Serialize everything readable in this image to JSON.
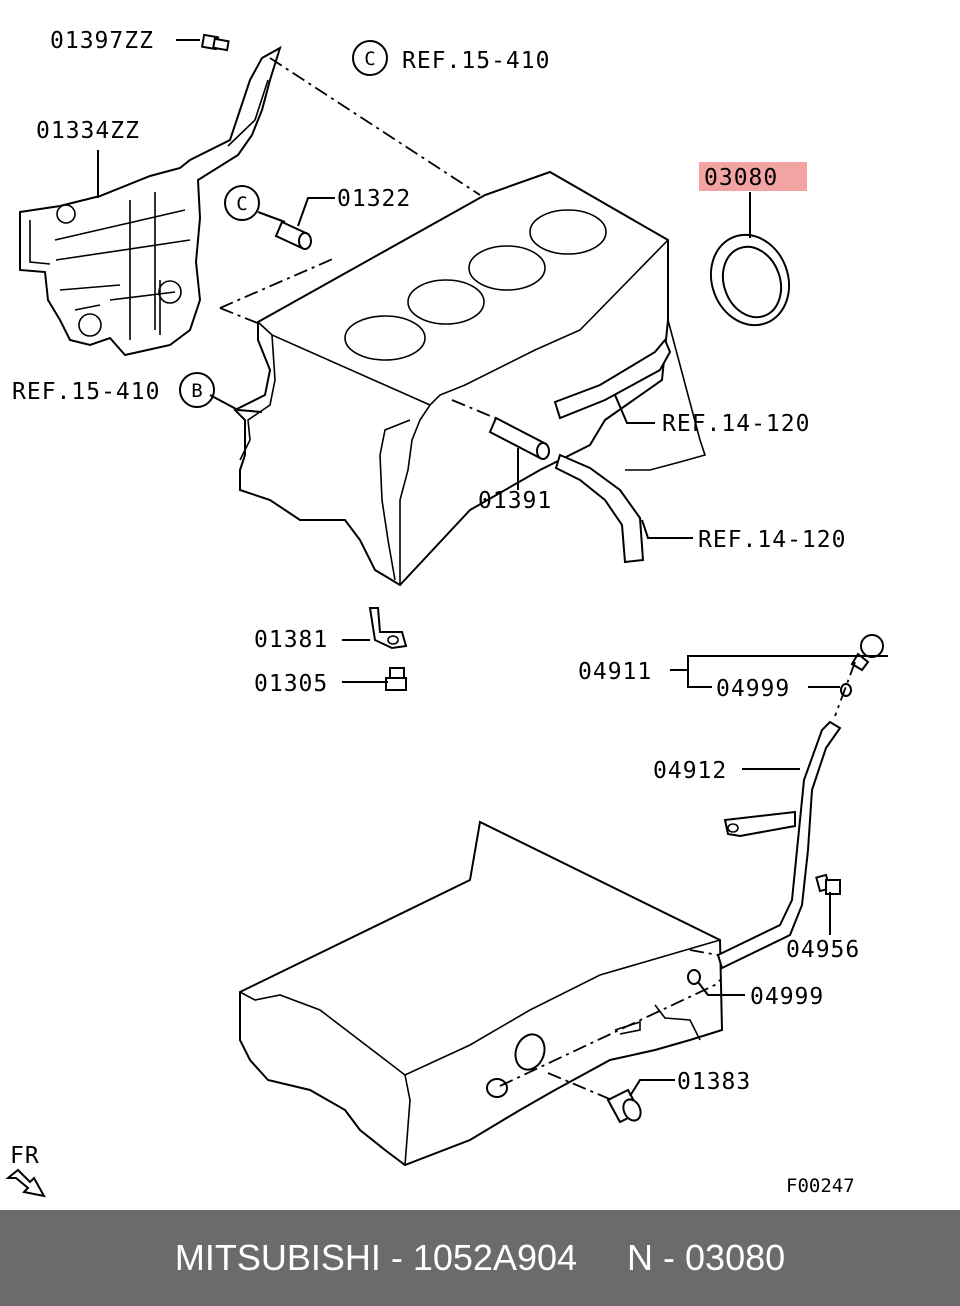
{
  "labels": {
    "l01397": "01397ZZ",
    "l01334": "01334ZZ",
    "ref_c": "REF.15-410",
    "c1": "C",
    "c2": "C",
    "b": "B",
    "l01322": "01322",
    "ref_b": "REF.15-410",
    "l03080": "03080",
    "ref14a": "REF.14-120",
    "l01391": "01391",
    "ref14b": "REF.14-120",
    "l01381": "01381",
    "l01305": "01305",
    "l04911": "04911",
    "l04999a": "04999",
    "l04912": "04912",
    "l04956": "04956",
    "l04999b": "04999",
    "l01383": "01383",
    "fr": "FR",
    "code": "F00247"
  },
  "colors": {
    "highlight": "#f4a3a3",
    "footer_bg": "#6b6b6b"
  },
  "footer": {
    "text": "MITSUBISHI - 1052A904     N - 03080"
  }
}
